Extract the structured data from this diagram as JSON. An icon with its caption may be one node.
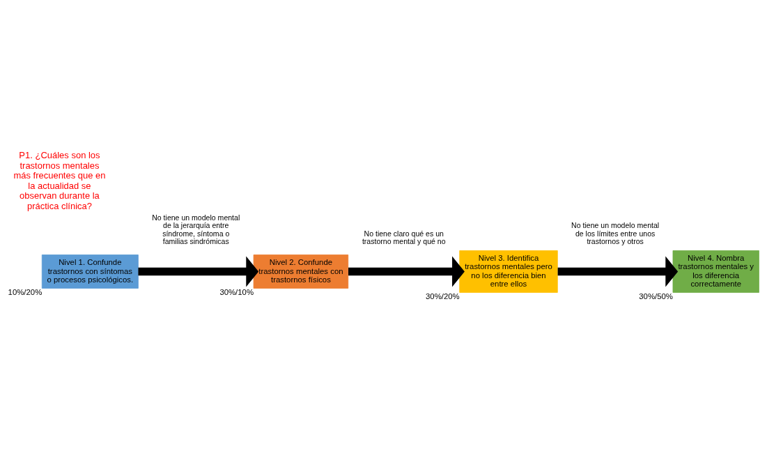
{
  "diagram": {
    "title": "P1. ¿Cuáles son los trastornos mentales más frecuentes que en la actualidad se observan durante la práctica clínica?",
    "nodes": [
      {
        "text": [
          "Nivel 1. Confunde trastornos con síntomas o procesos psicológicos."
        ],
        "beside": [
          "10%/20%"
        ]
      },
      {
        "text": [
          "Nivel 2. Confunde trastornos mentales con trastornos físicos"
        ],
        "beside": [
          "30%/10%"
        ]
      },
      {
        "text": [
          "Nivel 3. Identifica trastornos mentales pero no los diferencia bien entre ellos"
        ],
        "beside": [
          "30%/20%"
        ]
      },
      {
        "text": [
          "Nivel 4. Nombra trastornos mentales y los diferencia correctamente"
        ],
        "beside": [
          "30%/50%"
        ]
      }
    ],
    "edges": [
      {
        "from": 0,
        "to": 1,
        "arrow": "to",
        "label": "No tiene un modelo mental de la jerarquía entre síndrome, síntoma o familias sindrómicas"
      },
      {
        "from": 1,
        "to": 2,
        "arrow": "to",
        "label": "No tiene claro qué es un trastorno mental y qué no"
      },
      {
        "from": 2,
        "to": 3,
        "arrow": "to",
        "label": "No tiene un modelo mental de los límites entre unos trastornos y otros"
      }
    ]
  }
}
